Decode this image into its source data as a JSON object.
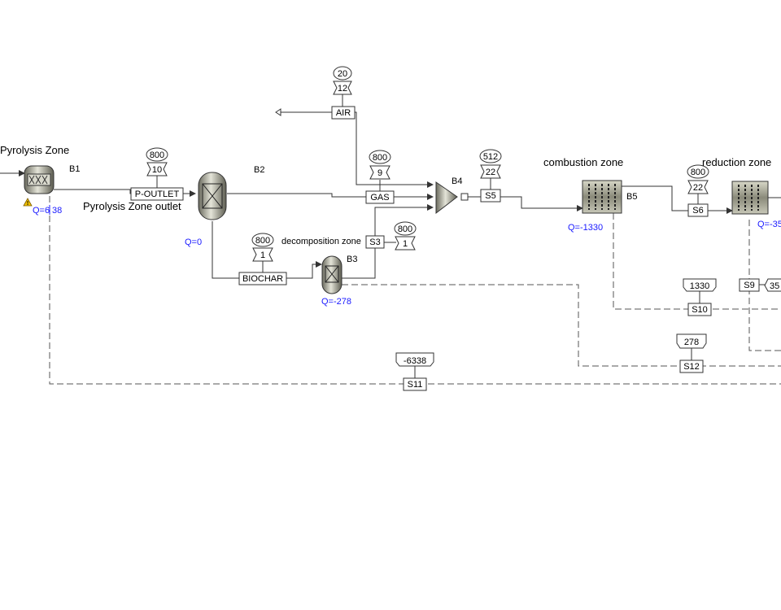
{
  "zones": {
    "pyrolysis": "Pyrolysis Zone",
    "pyrolysis_outlet": "Pyrolysis Zone outlet",
    "decomposition": "decomposition zone",
    "combustion": "combustion zone",
    "reduction": "reduction zone"
  },
  "blocks": {
    "b1": "B1",
    "b2": "B2",
    "b3": "B3",
    "b4": "B4",
    "b5": "B5"
  },
  "duties": {
    "b1_q": "Q=6",
    "b1_w": "38",
    "b2": "Q=0",
    "b3": "Q=-278",
    "b5": "Q=-1330",
    "reduction": "Q=-35"
  },
  "streams": {
    "air": "AIR",
    "p_outlet": "P-OUTLET",
    "gas": "GAS",
    "biochar": "BIOCHAR",
    "s3": "S3",
    "s5": "S5",
    "s6": "S6",
    "s9": "S9",
    "s10": "S10",
    "s11": "S11",
    "s12": "S12"
  },
  "conditions": {
    "air_temp": "20",
    "air_pres": "12",
    "p_outlet_temp": "800",
    "p_outlet_pres": "10",
    "gas_temp": "800",
    "gas_pres": "9",
    "biochar_temp": "800",
    "biochar_pres": "1",
    "s3_temp": "800",
    "s3_pres": "1",
    "s5_temp": "512",
    "s5_pres": "22",
    "s6_temp": "800",
    "s6_pres": "22"
  },
  "heat_values": {
    "s10": "1330",
    "s12": "278",
    "s11": "-6338",
    "s9": "35"
  },
  "icons": {
    "warning": "warning-icon",
    "feed_arrow": "feed-arrow-icon"
  }
}
